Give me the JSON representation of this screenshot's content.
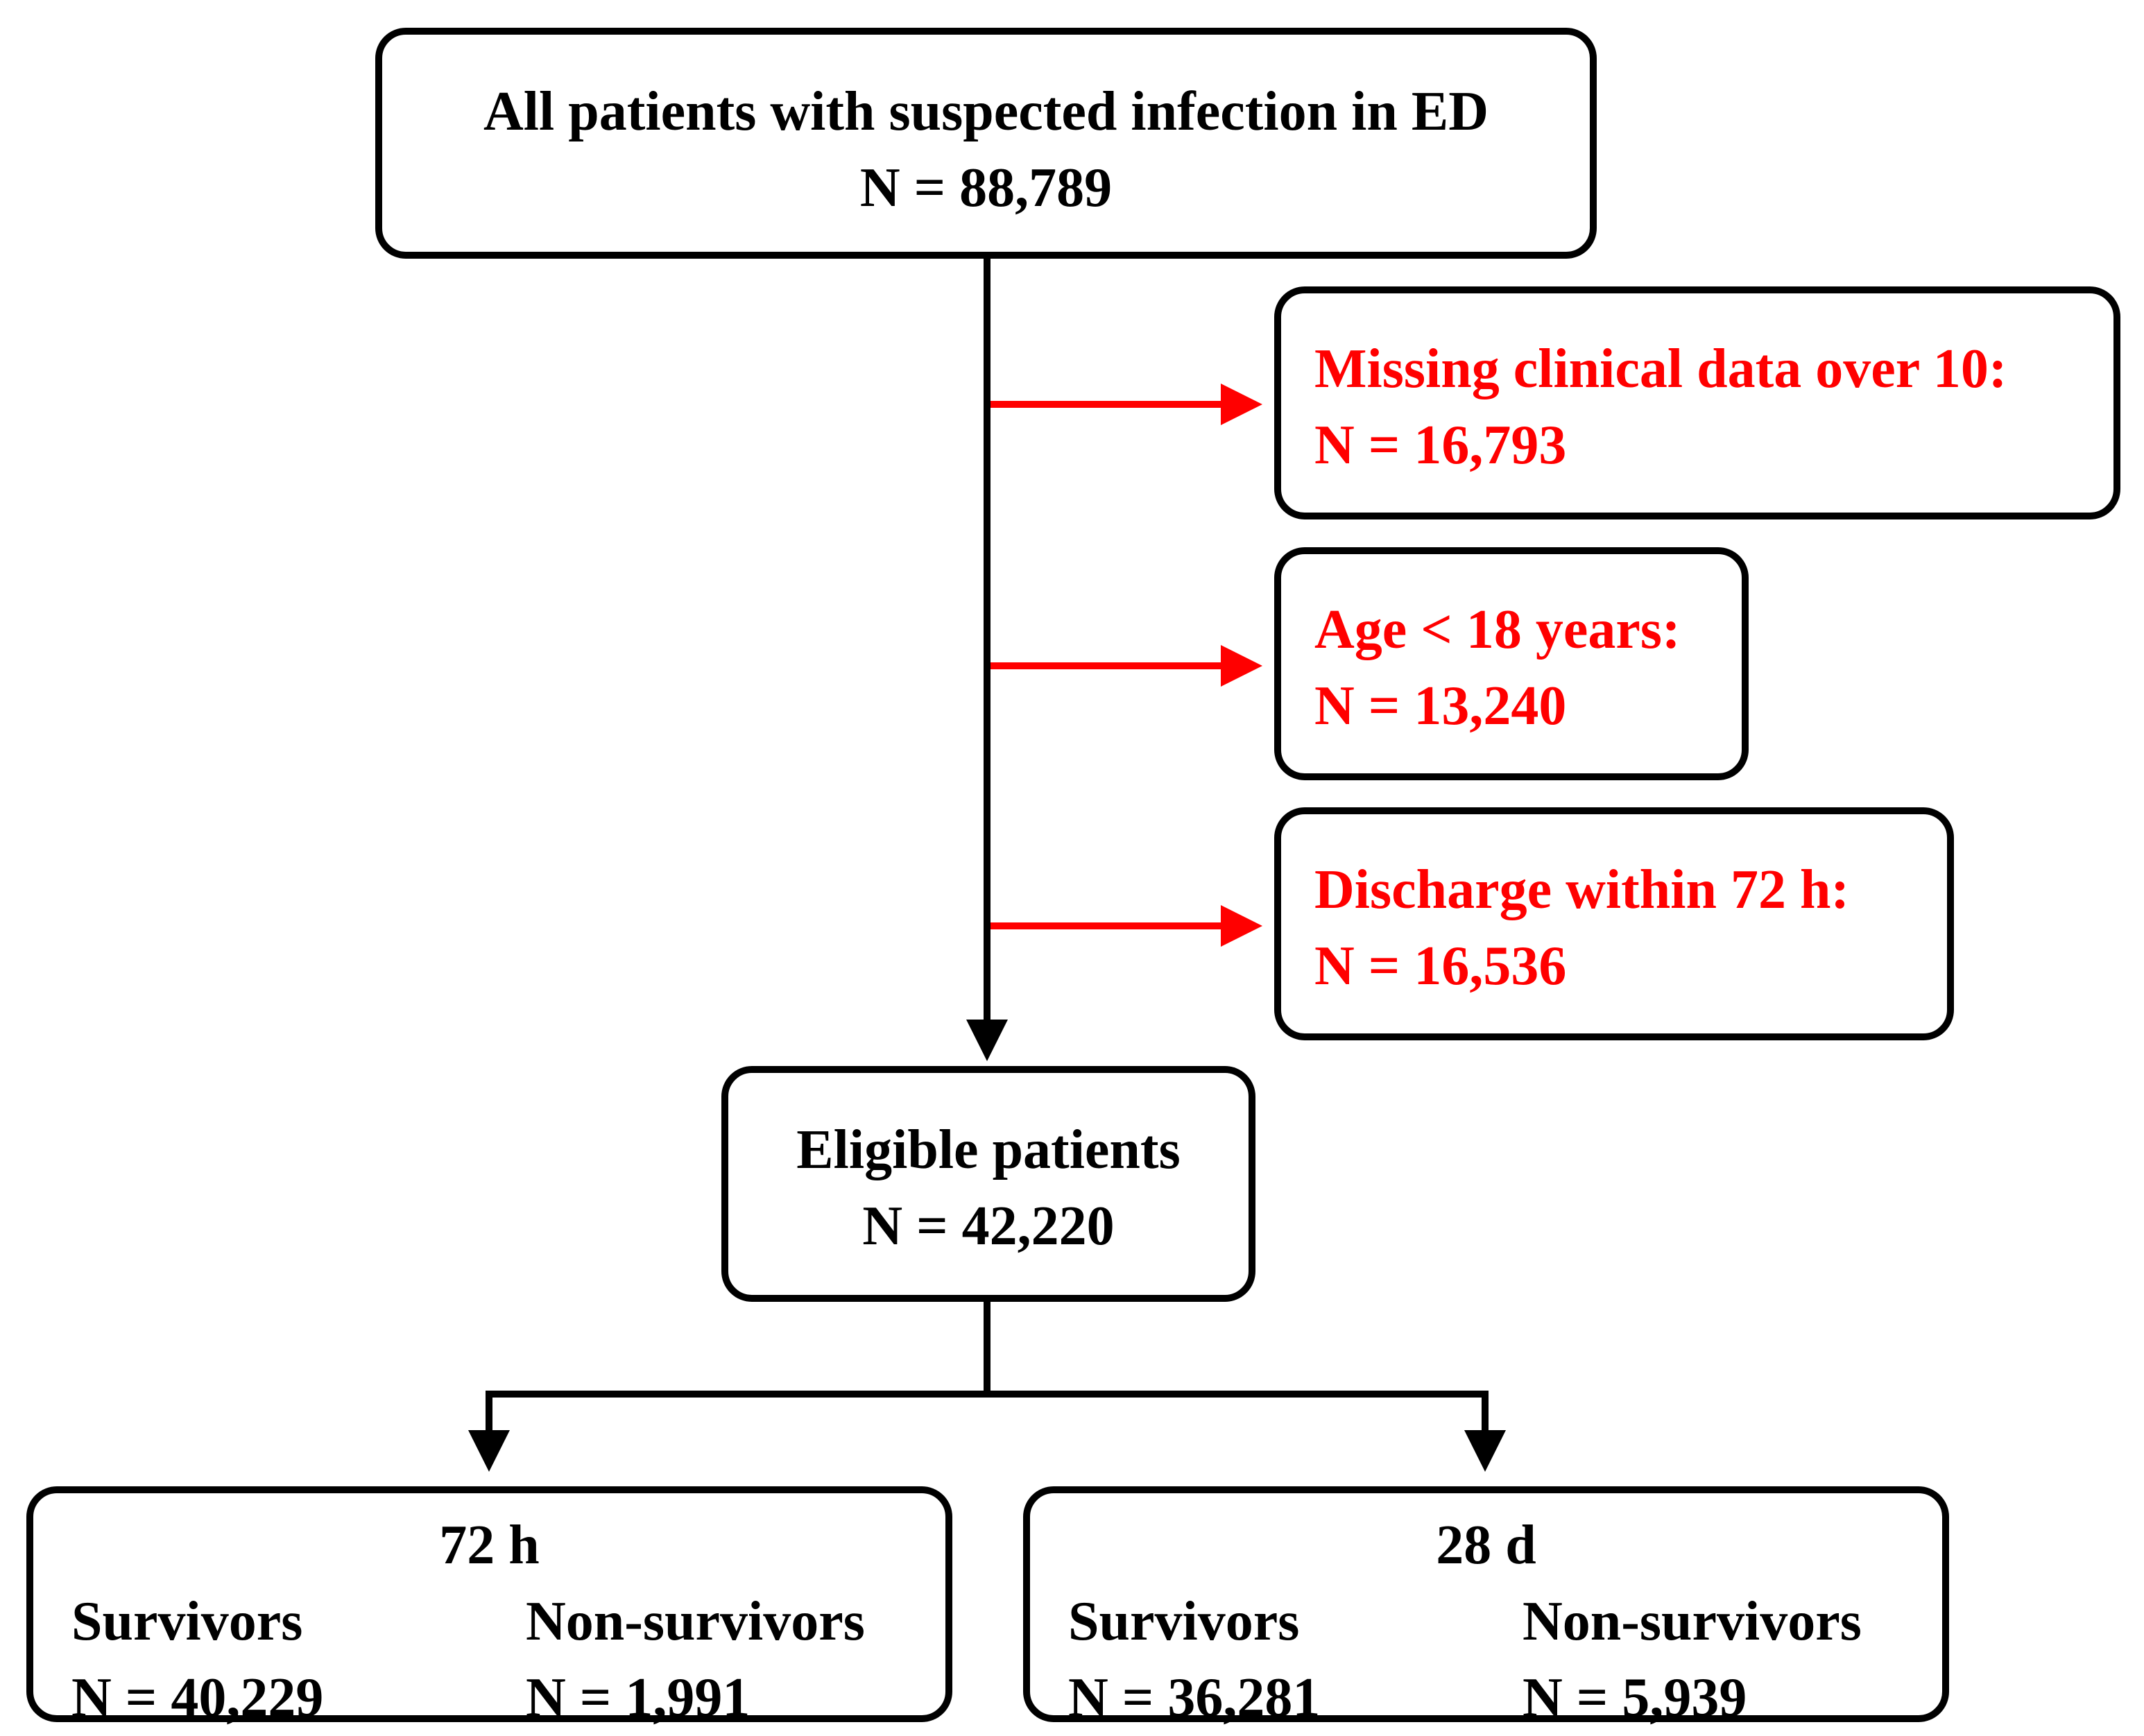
{
  "colors": {
    "box_border": "#000000",
    "exclusion_text": "#ff0000",
    "exclusion_arrow": "#ff0000",
    "flow_arrow": "#000000",
    "text": "#000000"
  },
  "root": {
    "title": "All patients with suspected infection in ED",
    "count": "N = 88,789"
  },
  "exclusions": [
    {
      "label": "Missing clinical data over 10:",
      "count": "N = 16,793"
    },
    {
      "label": "Age < 18 years:",
      "count": "N = 13,240"
    },
    {
      "label": "Discharge within 72 h:",
      "count": "N = 16,536"
    }
  ],
  "eligible": {
    "title": "Eligible patients",
    "count": "N = 42,220"
  },
  "outcomes": [
    {
      "timepoint": "72 h",
      "groups": [
        {
          "label": "Survivors",
          "count": "N = 40,229"
        },
        {
          "label": "Non-survivors",
          "count": "N = 1,991"
        }
      ]
    },
    {
      "timepoint": "28 d",
      "groups": [
        {
          "label": "Survivors",
          "count": "N = 36,281"
        },
        {
          "label": "Non-survivors",
          "count": "N = 5,939"
        }
      ]
    }
  ]
}
